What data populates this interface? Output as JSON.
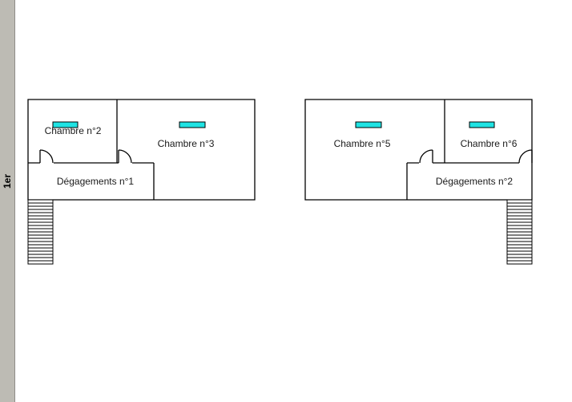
{
  "floor": {
    "label": "1er"
  },
  "rooms": [
    {
      "id": "chambre-2",
      "label": "Chambre n°2"
    },
    {
      "id": "chambre-3",
      "label": "Chambre n°3"
    },
    {
      "id": "degagements-1",
      "label": "Dégagements n°1"
    },
    {
      "id": "chambre-5",
      "label": "Chambre n°5"
    },
    {
      "id": "chambre-6",
      "label": "Chambre n°6"
    },
    {
      "id": "degagements-2",
      "label": "Dégagements n°2"
    }
  ],
  "colors": {
    "window": "#1fe3e3",
    "wall": "#000000",
    "floor_tab": "#bdbbb4"
  }
}
